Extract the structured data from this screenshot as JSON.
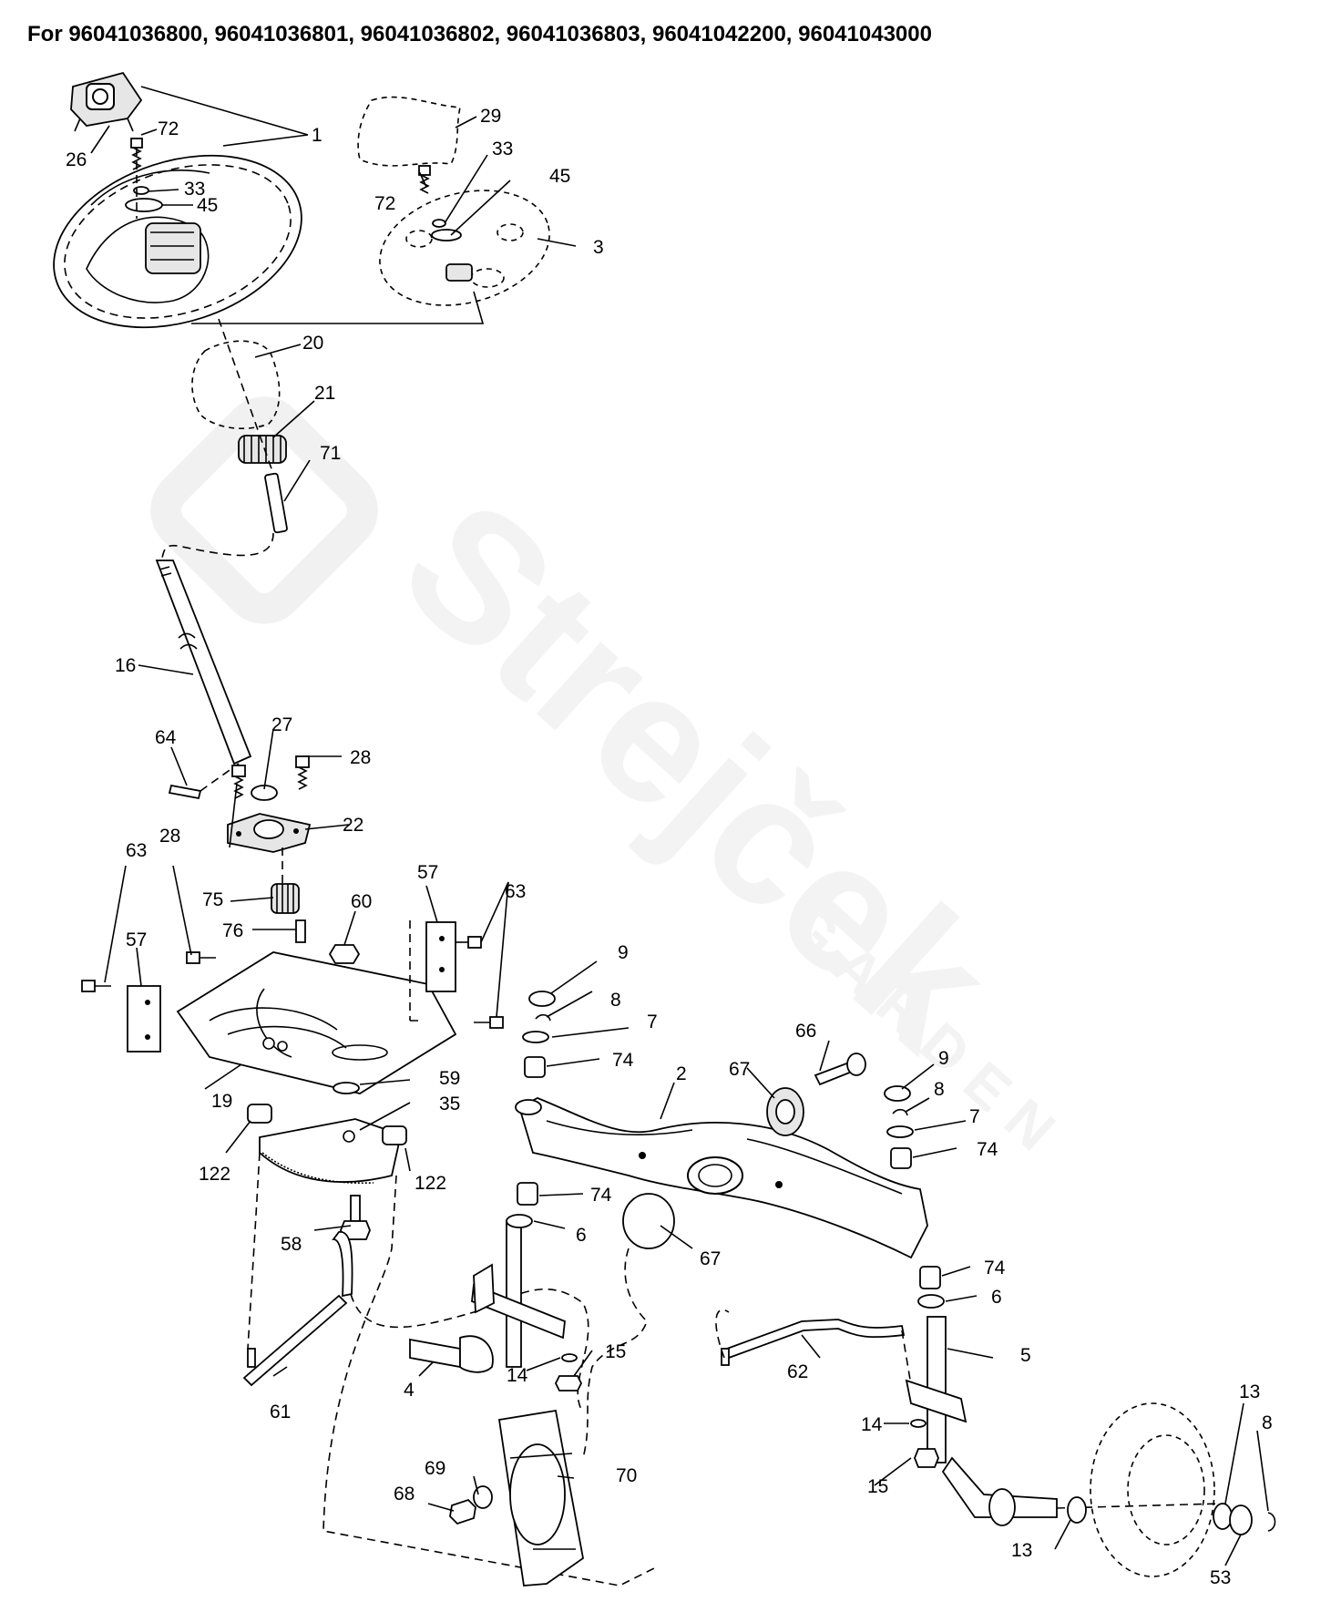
{
  "title": "For 96041036800, 96041036801, 96041036802, 96041036803, 96041042200, 96041043000",
  "watermark": {
    "brand": "Strejček",
    "sub": "GARDEN"
  },
  "callouts": {
    "c1": "1",
    "c26": "26",
    "c72a": "72",
    "c33a": "33",
    "c45a": "45",
    "c29": "29",
    "c33b": "33",
    "c72b": "72",
    "c45b": "45",
    "c3": "3",
    "c20": "20",
    "c21": "21",
    "c71": "71",
    "c16": "16",
    "c64": "64",
    "c27": "27",
    "c28a": "28",
    "c28b": "28",
    "c22": "22",
    "c63a": "63",
    "c63b": "63",
    "c57a": "57",
    "c57b": "57",
    "c75": "75",
    "c76": "76",
    "c60": "60",
    "c19": "19",
    "c59": "59",
    "c35": "35",
    "c122a": "122",
    "c122b": "122",
    "c58": "58",
    "c61": "61",
    "c9a": "9",
    "c8a": "8",
    "c7a": "7",
    "c74a": "74",
    "c2": "2",
    "c67a": "67",
    "c66": "66",
    "c9b": "9",
    "c8b": "8",
    "c7b": "7",
    "c74b": "74",
    "c74c": "74",
    "c6a": "6",
    "c67b": "67",
    "c74d": "74",
    "c6b": "6",
    "c5": "5",
    "c4": "4",
    "c14a": "14",
    "c15a": "15",
    "c62": "62",
    "c14b": "14",
    "c15b": "15",
    "c69": "69",
    "c70": "70",
    "c68": "68",
    "c13a": "13",
    "c13b": "13",
    "c8c": "8",
    "c53": "53"
  }
}
